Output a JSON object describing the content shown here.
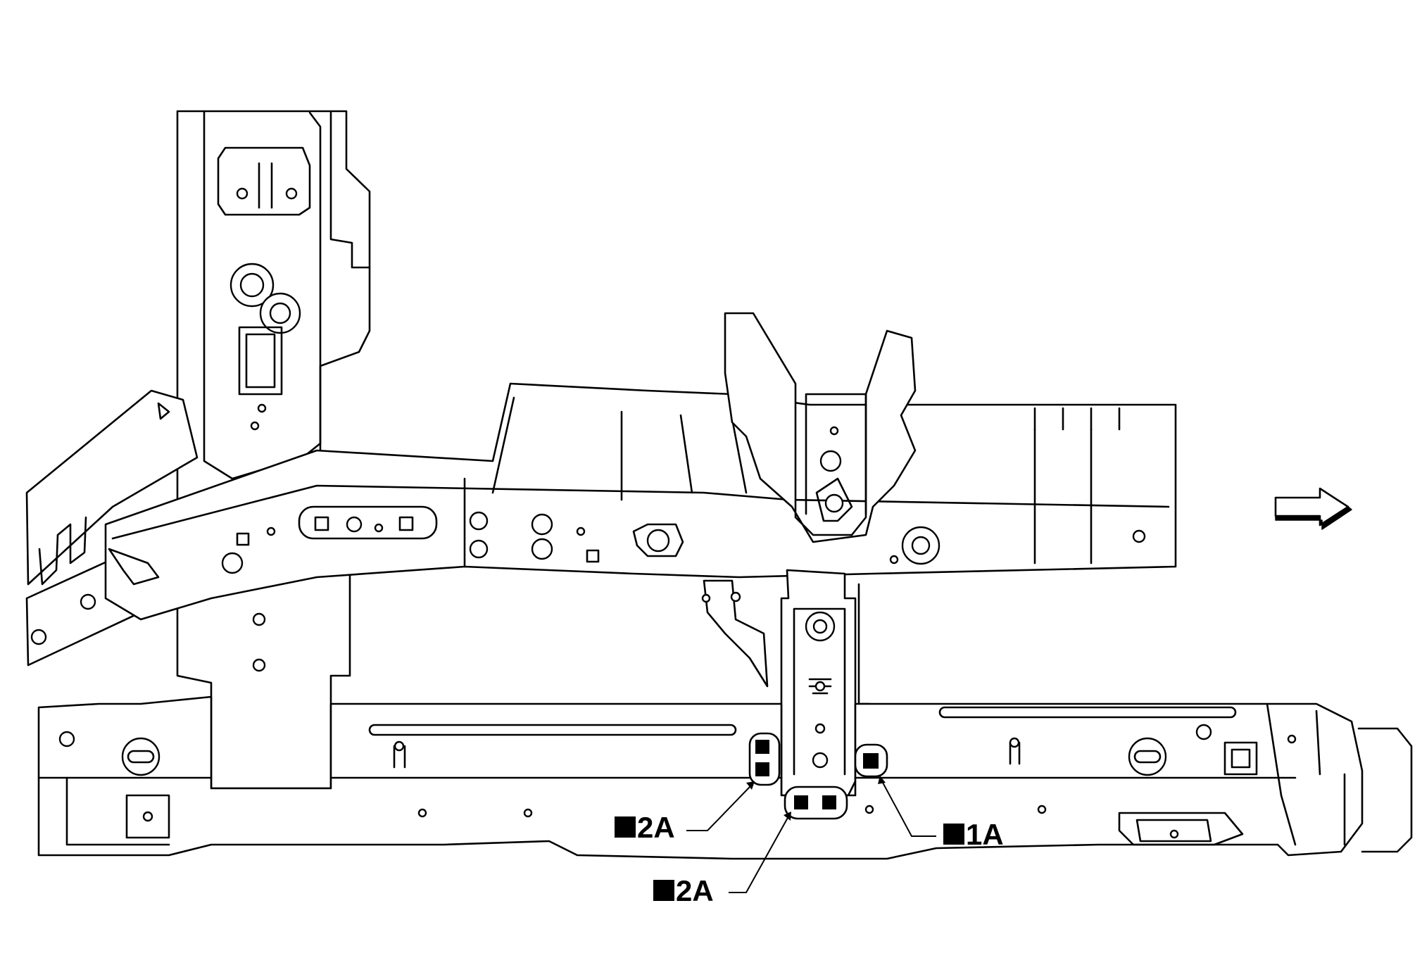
{
  "callouts": [
    {
      "id": "c1",
      "label": "2A",
      "marker_color": "#000000"
    },
    {
      "id": "c2",
      "label": "2A",
      "marker_color": "#000000"
    },
    {
      "id": "c3",
      "label": "1A",
      "marker_color": "#000000"
    }
  ],
  "icons": {
    "direction": "front-direction-arrow-icon",
    "marker": "weld-spot-marker-icon"
  },
  "colors": {
    "line": "#000000",
    "background": "#ffffff"
  }
}
